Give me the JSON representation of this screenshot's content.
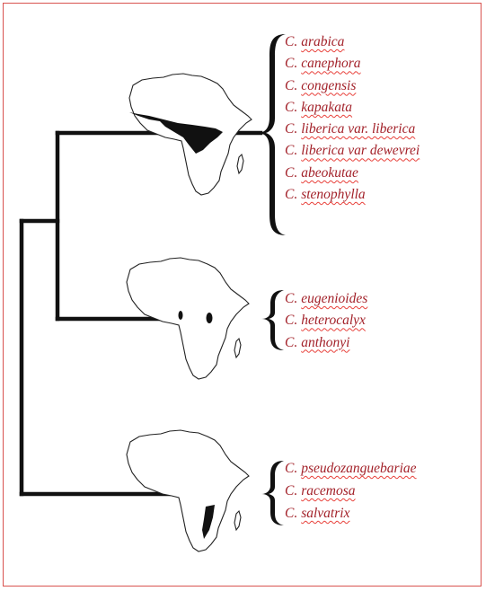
{
  "clades": [
    {
      "species": [
        {
          "genus": "C.",
          "epithet": "arabica"
        },
        {
          "genus": "C.",
          "epithet": "canephora"
        },
        {
          "genus": "C.",
          "epithet": "congensis"
        },
        {
          "genus": "C.",
          "epithet": "kapakata"
        },
        {
          "genus": "C.",
          "epithet": "liberica  var. liberica"
        },
        {
          "genus": "C.",
          "epithet": "liberica  var dewevrei"
        },
        {
          "genus": "C.",
          "epithet": "abeokutae"
        },
        {
          "genus": "C.",
          "epithet": "stenophylla"
        }
      ]
    },
    {
      "species": [
        {
          "genus": "C.",
          "epithet": "eugenioides"
        },
        {
          "genus": "C.",
          "epithet": "heterocalyx"
        },
        {
          "genus": "C.",
          "epithet": "anthonyi"
        }
      ]
    },
    {
      "species": [
        {
          "genus": "C.",
          "epithet": "pseudozanguebariae"
        },
        {
          "genus": "C.",
          "epithet": "racemosa"
        },
        {
          "genus": "C.",
          "epithet": "salvatrix"
        }
      ]
    }
  ],
  "colors": {
    "species_text": "#a3222a",
    "spellcheck_underline": "#e8403a",
    "frame": "#d9534f",
    "branch": "#111111",
    "map_fill": "#111111"
  }
}
